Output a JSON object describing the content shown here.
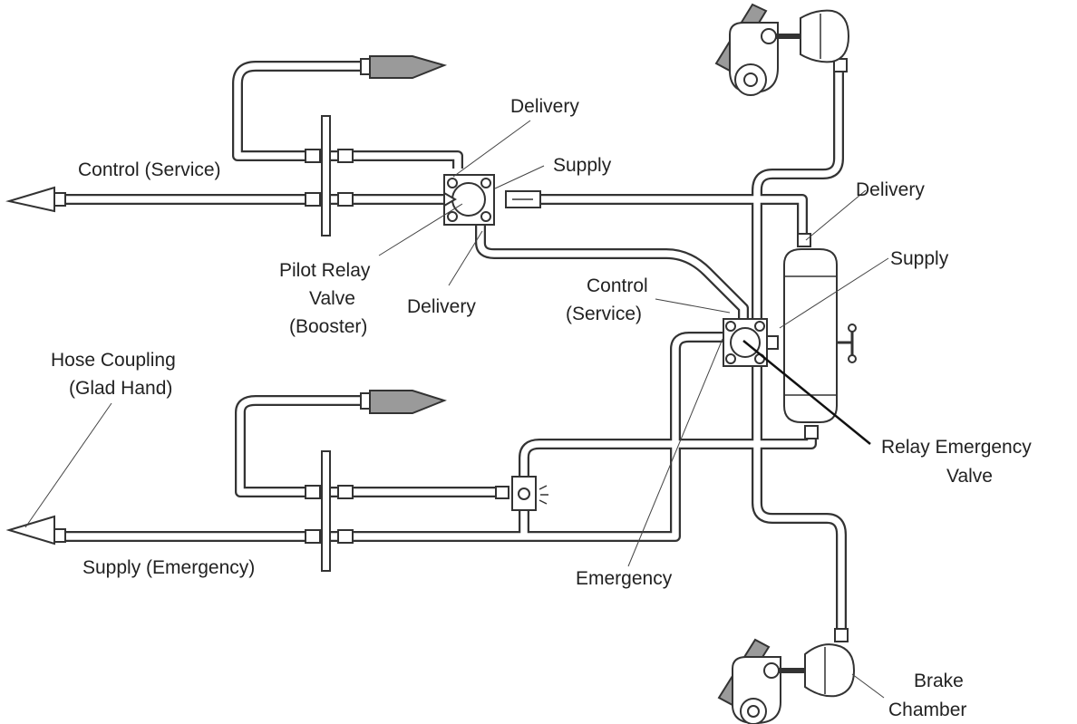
{
  "labels": {
    "delivery_top": "Delivery",
    "control_service_left": "Control (Service)",
    "supply_top": "Supply",
    "pilot_relay_1": "Pilot Relay",
    "pilot_relay_2": "Valve",
    "pilot_relay_3": "(Booster)",
    "delivery_mid": "Delivery",
    "delivery_right": "Delivery",
    "supply_right": "Supply",
    "control_service_mid_1": "Control",
    "control_service_mid_2": "(Service)",
    "hose_coupling_1": "Hose Coupling",
    "hose_coupling_2": "(Glad Hand)",
    "relay_emergency_1": "Relay Emergency",
    "relay_emergency_2": "Valve",
    "emergency": "Emergency",
    "supply_emergency": "Supply (Emergency)",
    "brake_chamber_1": "Brake",
    "brake_chamber_2": "Chamber"
  }
}
